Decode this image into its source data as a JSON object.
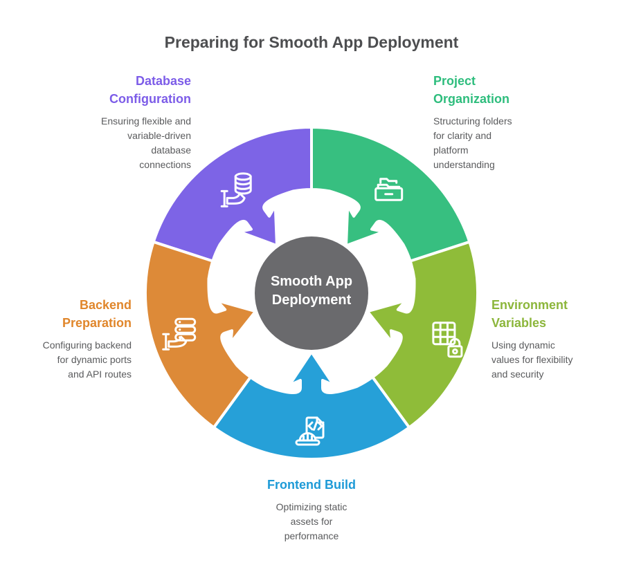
{
  "title": "Preparing for Smooth App Deployment",
  "title_color": "#4d4e50",
  "description_color": "#595a5c",
  "center": {
    "label": "Smooth App\nDeployment",
    "fill_color": "#6a6a6d",
    "text_color": "#ffffff"
  },
  "segments": [
    {
      "id": "database-configuration",
      "label": "Database\nConfiguration",
      "description": "Ensuring flexible and\nvariable-driven\ndatabase\nconnections",
      "color": "#7d64e6",
      "label_color": "#7c5ce8",
      "icon": "database-hand",
      "mid_angle": 126
    },
    {
      "id": "project-organization",
      "label": "Project\nOrganization",
      "description": "Structuring folders\nfor clarity and\nplatform\nunderstanding",
      "color": "#37bf80",
      "label_color": "#2ebd7d",
      "icon": "stacked-folders",
      "mid_angle": 54
    },
    {
      "id": "environment-variables",
      "label": "Environment\nVariables",
      "description": "Using dynamic\nvalues for flexibility\nand security",
      "color": "#8fbc39",
      "label_color": "#8cb63b",
      "icon": "grid-lock",
      "mid_angle": -18
    },
    {
      "id": "frontend-build",
      "label": "Frontend Build",
      "description": "Optimizing static\nassets for\nperformance",
      "color": "#26a0d8",
      "label_color": "#1d9ad7",
      "icon": "code-helmet",
      "mid_angle": -90
    },
    {
      "id": "backend-preparation",
      "label": "Backend\nPreparation",
      "description": "Configuring backend\nfor dynamic ports\nand API routes",
      "color": "#dd8a38",
      "label_color": "#e0862b",
      "icon": "server-hand",
      "mid_angle": -162
    }
  ]
}
